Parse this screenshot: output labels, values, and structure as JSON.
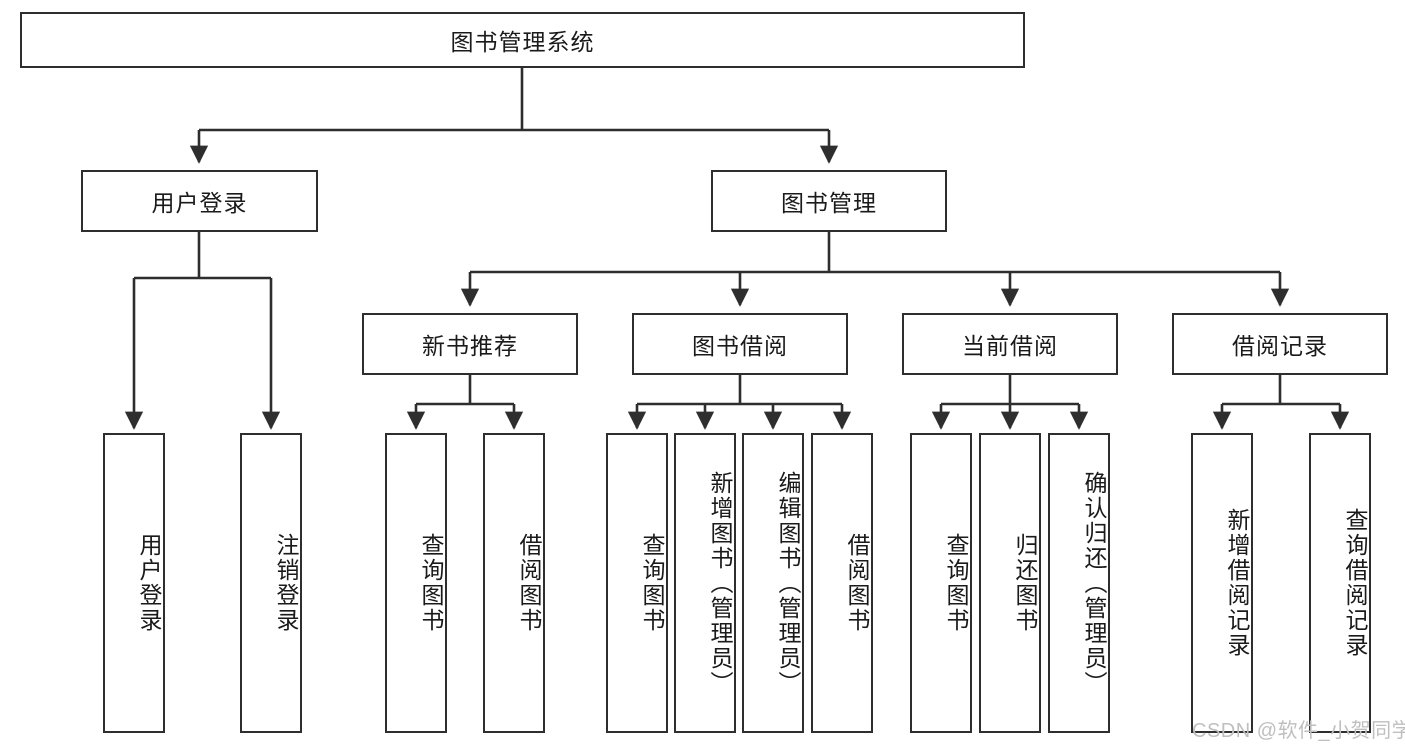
{
  "diagram": {
    "type": "tree-hierarchy",
    "title": "图书管理系统",
    "watermark": "CSDN @软件_小贺同学",
    "colors": {
      "box_border": "#2e2e2e",
      "box_fill": "#ffffff",
      "edge": "#2e2e2e",
      "text": "#1a1a1a",
      "watermark": "#bfbfbf",
      "background": "#ffffff"
    },
    "nodes": {
      "root": {
        "label": "图书管理系统",
        "level": 0,
        "orientation": "horizontal"
      },
      "user_login": {
        "label": "用户登录",
        "level": 1,
        "orientation": "horizontal"
      },
      "book_manage": {
        "label": "图书管理",
        "level": 1,
        "orientation": "horizontal"
      },
      "new_book_rec": {
        "label": "新书推荐",
        "level": 2,
        "orientation": "horizontal"
      },
      "book_borrow": {
        "label": "图书借阅",
        "level": 2,
        "orientation": "horizontal"
      },
      "current_borrow": {
        "label": "当前借阅",
        "level": 2,
        "orientation": "horizontal"
      },
      "borrow_record": {
        "label": "借阅记录",
        "level": 2,
        "orientation": "horizontal"
      },
      "leaf_user_login": {
        "label": "用户登录",
        "level": 3,
        "orientation": "vertical"
      },
      "leaf_logout": {
        "label": "注销登录",
        "level": 3,
        "orientation": "vertical"
      },
      "leaf_query_book_1": {
        "label": "查询图书",
        "level": 3,
        "orientation": "vertical"
      },
      "leaf_borrow_book_1": {
        "label": "借阅图书",
        "level": 3,
        "orientation": "vertical"
      },
      "leaf_query_book_2": {
        "label": "查询图书",
        "level": 3,
        "orientation": "vertical"
      },
      "leaf_add_book": {
        "label": "新增图书（管理员）",
        "level": 3,
        "orientation": "vertical"
      },
      "leaf_edit_book": {
        "label": "编辑图书（管理员）",
        "level": 3,
        "orientation": "vertical"
      },
      "leaf_borrow_book_2": {
        "label": "借阅图书",
        "level": 3,
        "orientation": "vertical"
      },
      "leaf_query_book_3": {
        "label": "查询图书",
        "level": 3,
        "orientation": "vertical"
      },
      "leaf_return_book": {
        "label": "归还图书",
        "level": 3,
        "orientation": "vertical"
      },
      "leaf_confirm_return": {
        "label": "确认归还（管理员）",
        "level": 3,
        "orientation": "vertical"
      },
      "leaf_add_record": {
        "label": "新增借阅记录",
        "level": 3,
        "orientation": "vertical"
      },
      "leaf_query_record": {
        "label": "查询借阅记录",
        "level": 3,
        "orientation": "vertical"
      }
    },
    "edges": [
      {
        "from": "root",
        "to": "user_login"
      },
      {
        "from": "root",
        "to": "book_manage"
      },
      {
        "from": "user_login",
        "to": "leaf_user_login"
      },
      {
        "from": "user_login",
        "to": "leaf_logout"
      },
      {
        "from": "book_manage",
        "to": "new_book_rec"
      },
      {
        "from": "book_manage",
        "to": "book_borrow"
      },
      {
        "from": "book_manage",
        "to": "current_borrow"
      },
      {
        "from": "book_manage",
        "to": "borrow_record"
      },
      {
        "from": "new_book_rec",
        "to": "leaf_query_book_1"
      },
      {
        "from": "new_book_rec",
        "to": "leaf_borrow_book_1"
      },
      {
        "from": "book_borrow",
        "to": "leaf_query_book_2"
      },
      {
        "from": "book_borrow",
        "to": "leaf_add_book"
      },
      {
        "from": "book_borrow",
        "to": "leaf_edit_book"
      },
      {
        "from": "book_borrow",
        "to": "leaf_borrow_book_2"
      },
      {
        "from": "current_borrow",
        "to": "leaf_query_book_3"
      },
      {
        "from": "current_borrow",
        "to": "leaf_return_book"
      },
      {
        "from": "current_borrow",
        "to": "leaf_confirm_return"
      },
      {
        "from": "borrow_record",
        "to": "leaf_add_record"
      },
      {
        "from": "borrow_record",
        "to": "leaf_query_record"
      }
    ]
  }
}
